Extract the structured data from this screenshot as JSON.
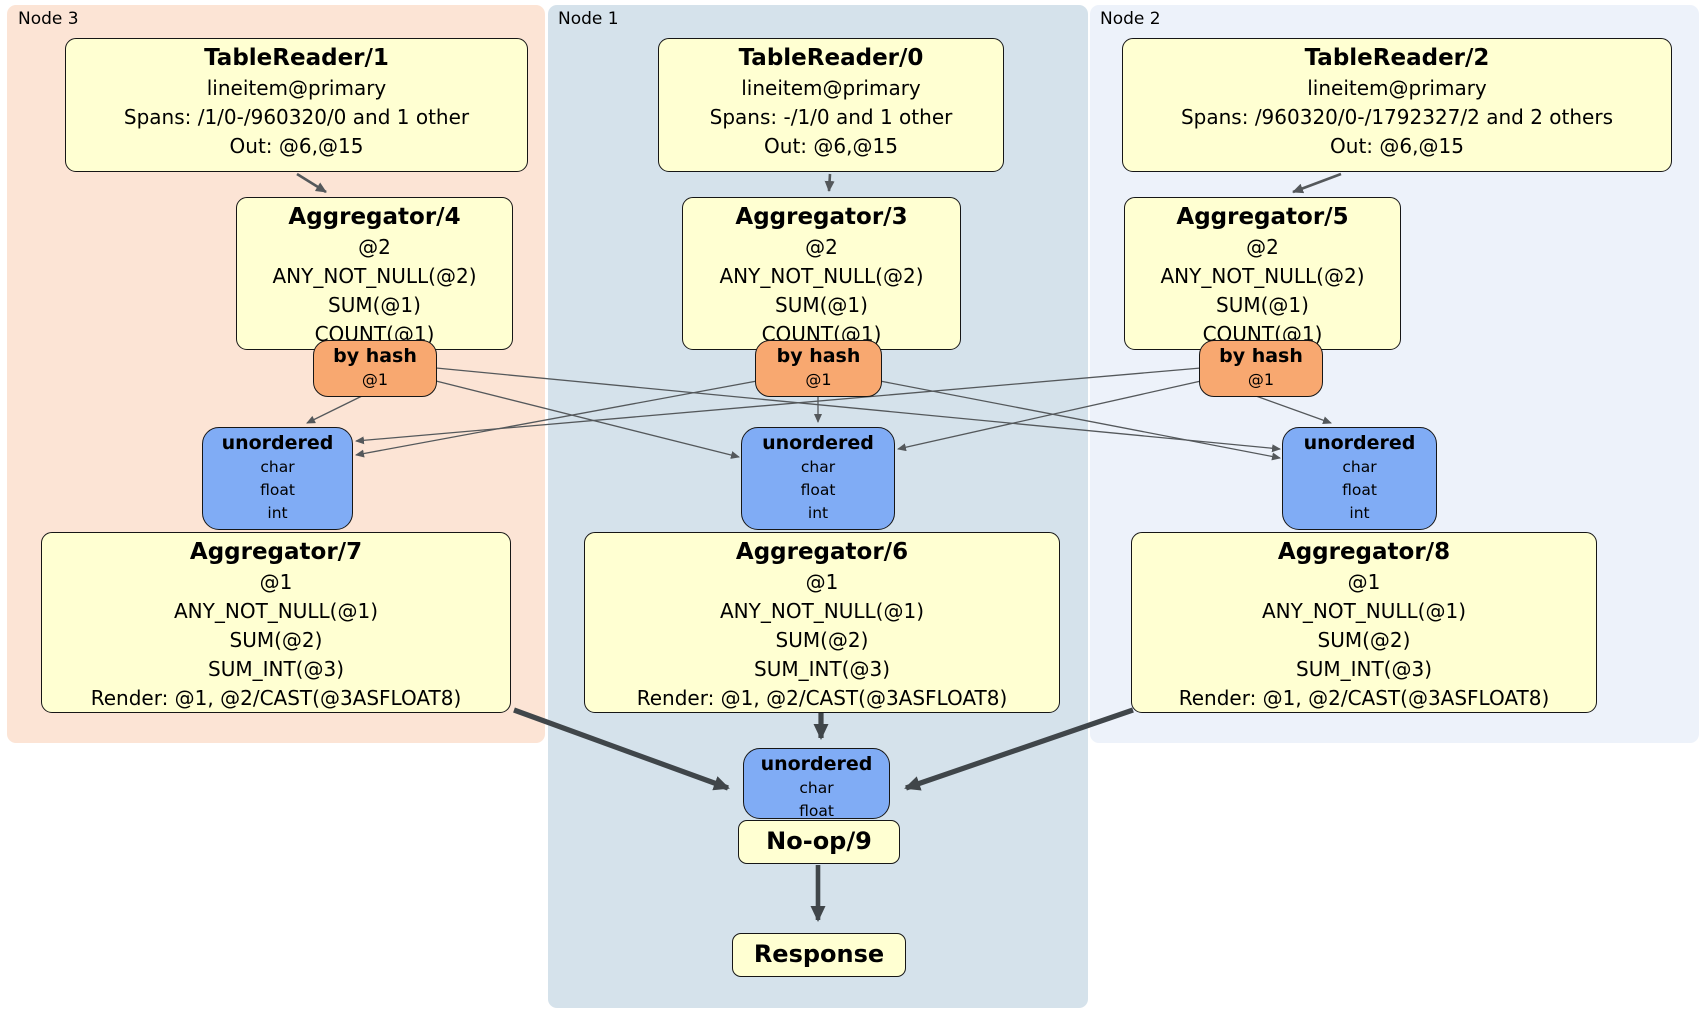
{
  "regions": {
    "node3": {
      "label": "Node 3"
    },
    "node1": {
      "label": "Node 1"
    },
    "node2": {
      "label": "Node 2"
    }
  },
  "processors": {
    "tablereader1": {
      "title": "TableReader/1",
      "lines": [
        "lineitem@primary",
        "Spans: /1/0-/960320/0 and 1 other",
        "Out: @6,@15"
      ]
    },
    "tablereader0": {
      "title": "TableReader/0",
      "lines": [
        "lineitem@primary",
        "Spans: -/1/0 and 1 other",
        "Out: @6,@15"
      ]
    },
    "tablereader2": {
      "title": "TableReader/2",
      "lines": [
        "lineitem@primary",
        "Spans: /960320/0-/1792327/2 and 2 others",
        "Out: @6,@15"
      ]
    },
    "aggregator4": {
      "title": "Aggregator/4",
      "lines": [
        "@2",
        "ANY_NOT_NULL(@2)",
        "SUM(@1)",
        "COUNT(@1)"
      ]
    },
    "aggregator3": {
      "title": "Aggregator/3",
      "lines": [
        "@2",
        "ANY_NOT_NULL(@2)",
        "SUM(@1)",
        "COUNT(@1)"
      ]
    },
    "aggregator5": {
      "title": "Aggregator/5",
      "lines": [
        "@2",
        "ANY_NOT_NULL(@2)",
        "SUM(@1)",
        "COUNT(@1)"
      ]
    },
    "aggregator7": {
      "title": "Aggregator/7",
      "lines": [
        "@1",
        "ANY_NOT_NULL(@1)",
        "SUM(@2)",
        "SUM_INT(@3)",
        "Render: @1, @2/CAST(@3ASFLOAT8)"
      ]
    },
    "aggregator6": {
      "title": "Aggregator/6",
      "lines": [
        "@1",
        "ANY_NOT_NULL(@1)",
        "SUM(@2)",
        "SUM_INT(@3)",
        "Render: @1, @2/CAST(@3ASFLOAT8)"
      ]
    },
    "aggregator8": {
      "title": "Aggregator/8",
      "lines": [
        "@1",
        "ANY_NOT_NULL(@1)",
        "SUM(@2)",
        "SUM_INT(@3)",
        "Render: @1, @2/CAST(@3ASFLOAT8)"
      ]
    },
    "noop9": {
      "title": "No-op/9"
    },
    "response": {
      "title": "Response"
    }
  },
  "routers": {
    "hash_node3": {
      "title": "by hash",
      "lines": [
        "@1"
      ]
    },
    "hash_node1": {
      "title": "by hash",
      "lines": [
        "@1"
      ]
    },
    "hash_node2": {
      "title": "by hash",
      "lines": [
        "@1"
      ]
    }
  },
  "streams": {
    "unordered_node3": {
      "title": "unordered",
      "lines": [
        "char",
        "float",
        "int"
      ]
    },
    "unordered_node1": {
      "title": "unordered",
      "lines": [
        "char",
        "float",
        "int"
      ]
    },
    "unordered_node2": {
      "title": "unordered",
      "lines": [
        "char",
        "float",
        "int"
      ]
    },
    "unordered_final": {
      "title": "unordered",
      "lines": [
        "char",
        "float"
      ]
    }
  },
  "colors": {
    "node3_bg": "#fce4d5",
    "node1_bg": "#d5e2eb",
    "node2_bg": "#edf2fa",
    "processor_bg": "#ffffd2",
    "router_bg": "#f8a870",
    "stream_bg": "#80acf5",
    "edge_thin": "#54585b",
    "edge_thick": "#40464a"
  }
}
